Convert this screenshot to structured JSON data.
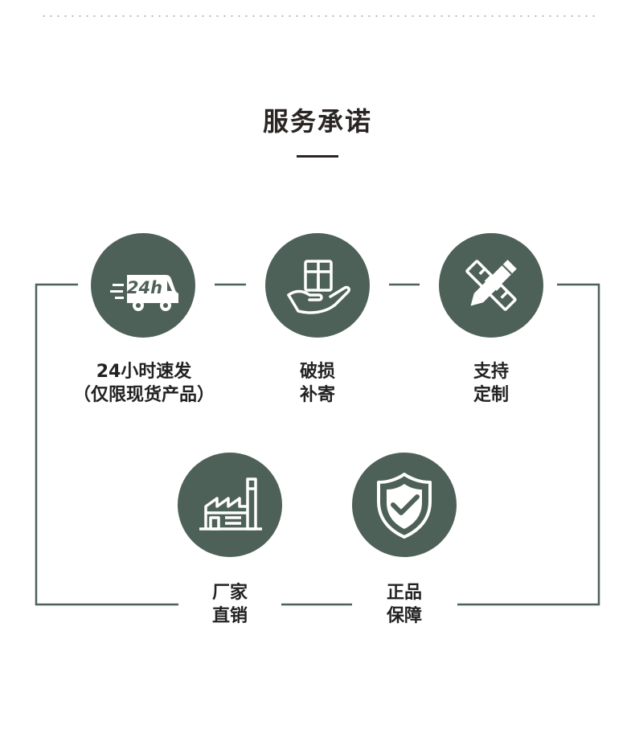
{
  "title": "服务承诺",
  "colors": {
    "accent": "#4e6158",
    "line": "#4e6158",
    "text": "#222222"
  },
  "services": [
    {
      "icon": "delivery-truck-24h-icon",
      "icon_text": "24h",
      "line1": "24小时速发",
      "line2": "（仅限现货产品）"
    },
    {
      "icon": "hand-holding-box-icon",
      "line1": "破损",
      "line2": "补寄"
    },
    {
      "icon": "pencil-ruler-icon",
      "line1": "支持",
      "line2": "定制"
    },
    {
      "icon": "factory-icon",
      "line1": "厂家",
      "line2": "直销"
    },
    {
      "icon": "shield-check-icon",
      "line1": "正品",
      "line2": "保障"
    }
  ]
}
